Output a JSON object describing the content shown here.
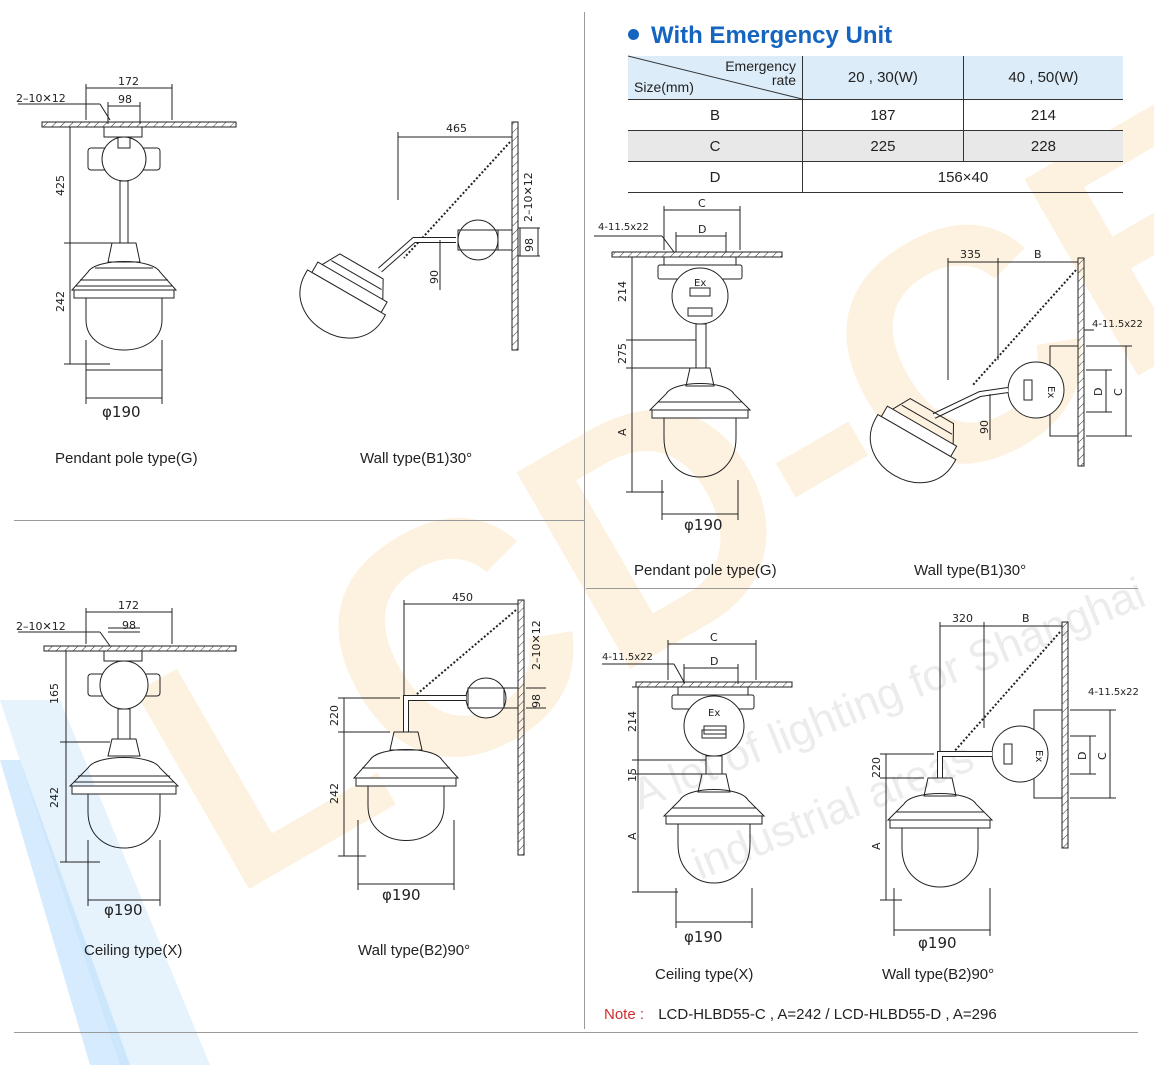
{
  "heading": "With Emergency Unit",
  "table": {
    "corner_top": "Emergency\nrate",
    "corner_bottom": "Size(mm)",
    "col1": "20 , 30(W)",
    "col2": "40 , 50(W)",
    "rows": [
      {
        "label": "B",
        "v1": "187",
        "v2": "214"
      },
      {
        "label": "C",
        "v1": "225",
        "v2": "228"
      },
      {
        "label": "D",
        "merged": "156×40"
      }
    ]
  },
  "captions": {
    "tl1": "Pendant pole type(G)",
    "tl2": "Wall type(B1)30°",
    "bl1": "Ceiling type(X)",
    "bl2": "Wall type(B2)90°",
    "tr1": "Pendant pole type(G)",
    "tr2": "Wall type(B1)30°",
    "br1": "Ceiling type(X)",
    "br2": "Wall type(B2)90°"
  },
  "dims": {
    "w172": "172",
    "w98": "98",
    "bolt": "2–10✕12",
    "h425": "425",
    "h242": "242",
    "phi190": "φ190",
    "h465": "465",
    "h90": "90",
    "h98": "98",
    "h165": "165",
    "h450": "450",
    "h220": "220",
    "boltE": "4-11.5x22",
    "C": "C",
    "D": "D",
    "B": "B",
    "A": "A",
    "h214": "214",
    "h275": "275",
    "h335": "335",
    "h15": "15",
    "h320": "320",
    "ex": "Ex"
  },
  "note": {
    "label": "Note :",
    "text": "LCD-HLBD55-C , A=242 / LCD-HLBD55-D , A=296"
  },
  "watermark": {
    "big": "LCD-CES",
    "tagline": "A lot of lighting for Shanghai industrial areas"
  }
}
